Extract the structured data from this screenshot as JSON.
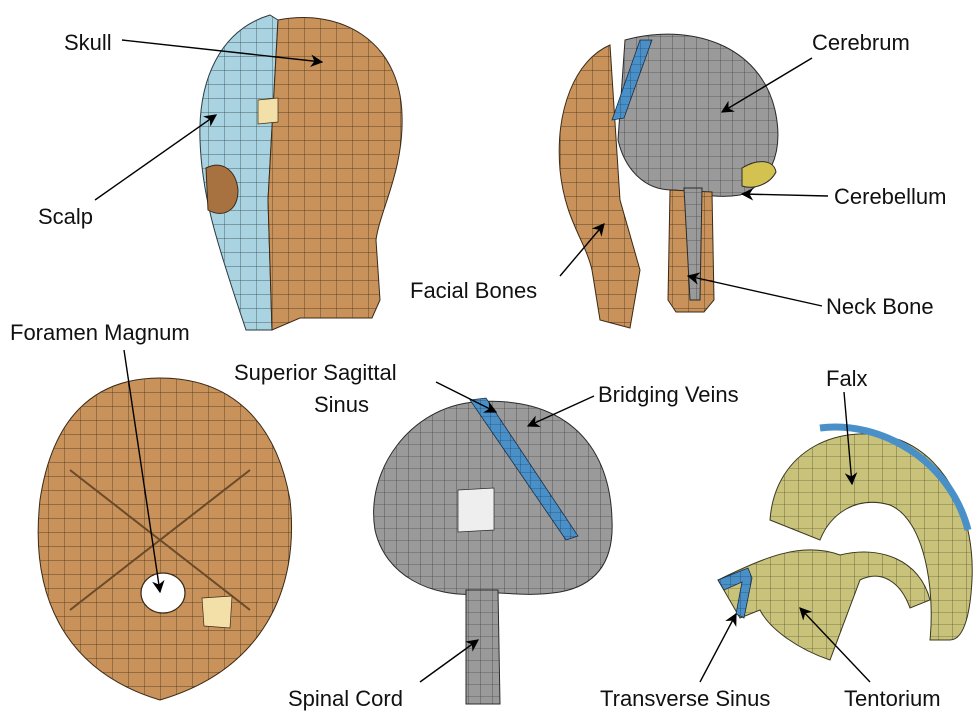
{
  "labels": {
    "skull": "Skull",
    "scalp": "Scalp",
    "cerebrum": "Cerebrum",
    "cerebellum": "Cerebellum",
    "facial_bones": "Facial Bones",
    "neck_bone": "Neck Bone",
    "foramen_magnum": "Foramen Magnum",
    "superior_sagittal_sinus_line1": "Superior Sagittal",
    "superior_sagittal_sinus_line2": "Sinus",
    "bridging_veins": "Bridging Veins",
    "falx": "Falx",
    "spinal_cord": "Spinal Cord",
    "transverse_sinus": "Transverse Sinus",
    "tentorium": "Tentorium"
  },
  "colors": {
    "bone": "#c8925a",
    "bone_highlight": "#f3dfa8",
    "scalp": "#a9d3e0",
    "brain": "#9a9a9a",
    "brain_highlight": "#d8d8d8",
    "membrane": "#c8c27a",
    "sinus": "#4a90c8",
    "mesh_line": "#2a2a2a"
  }
}
